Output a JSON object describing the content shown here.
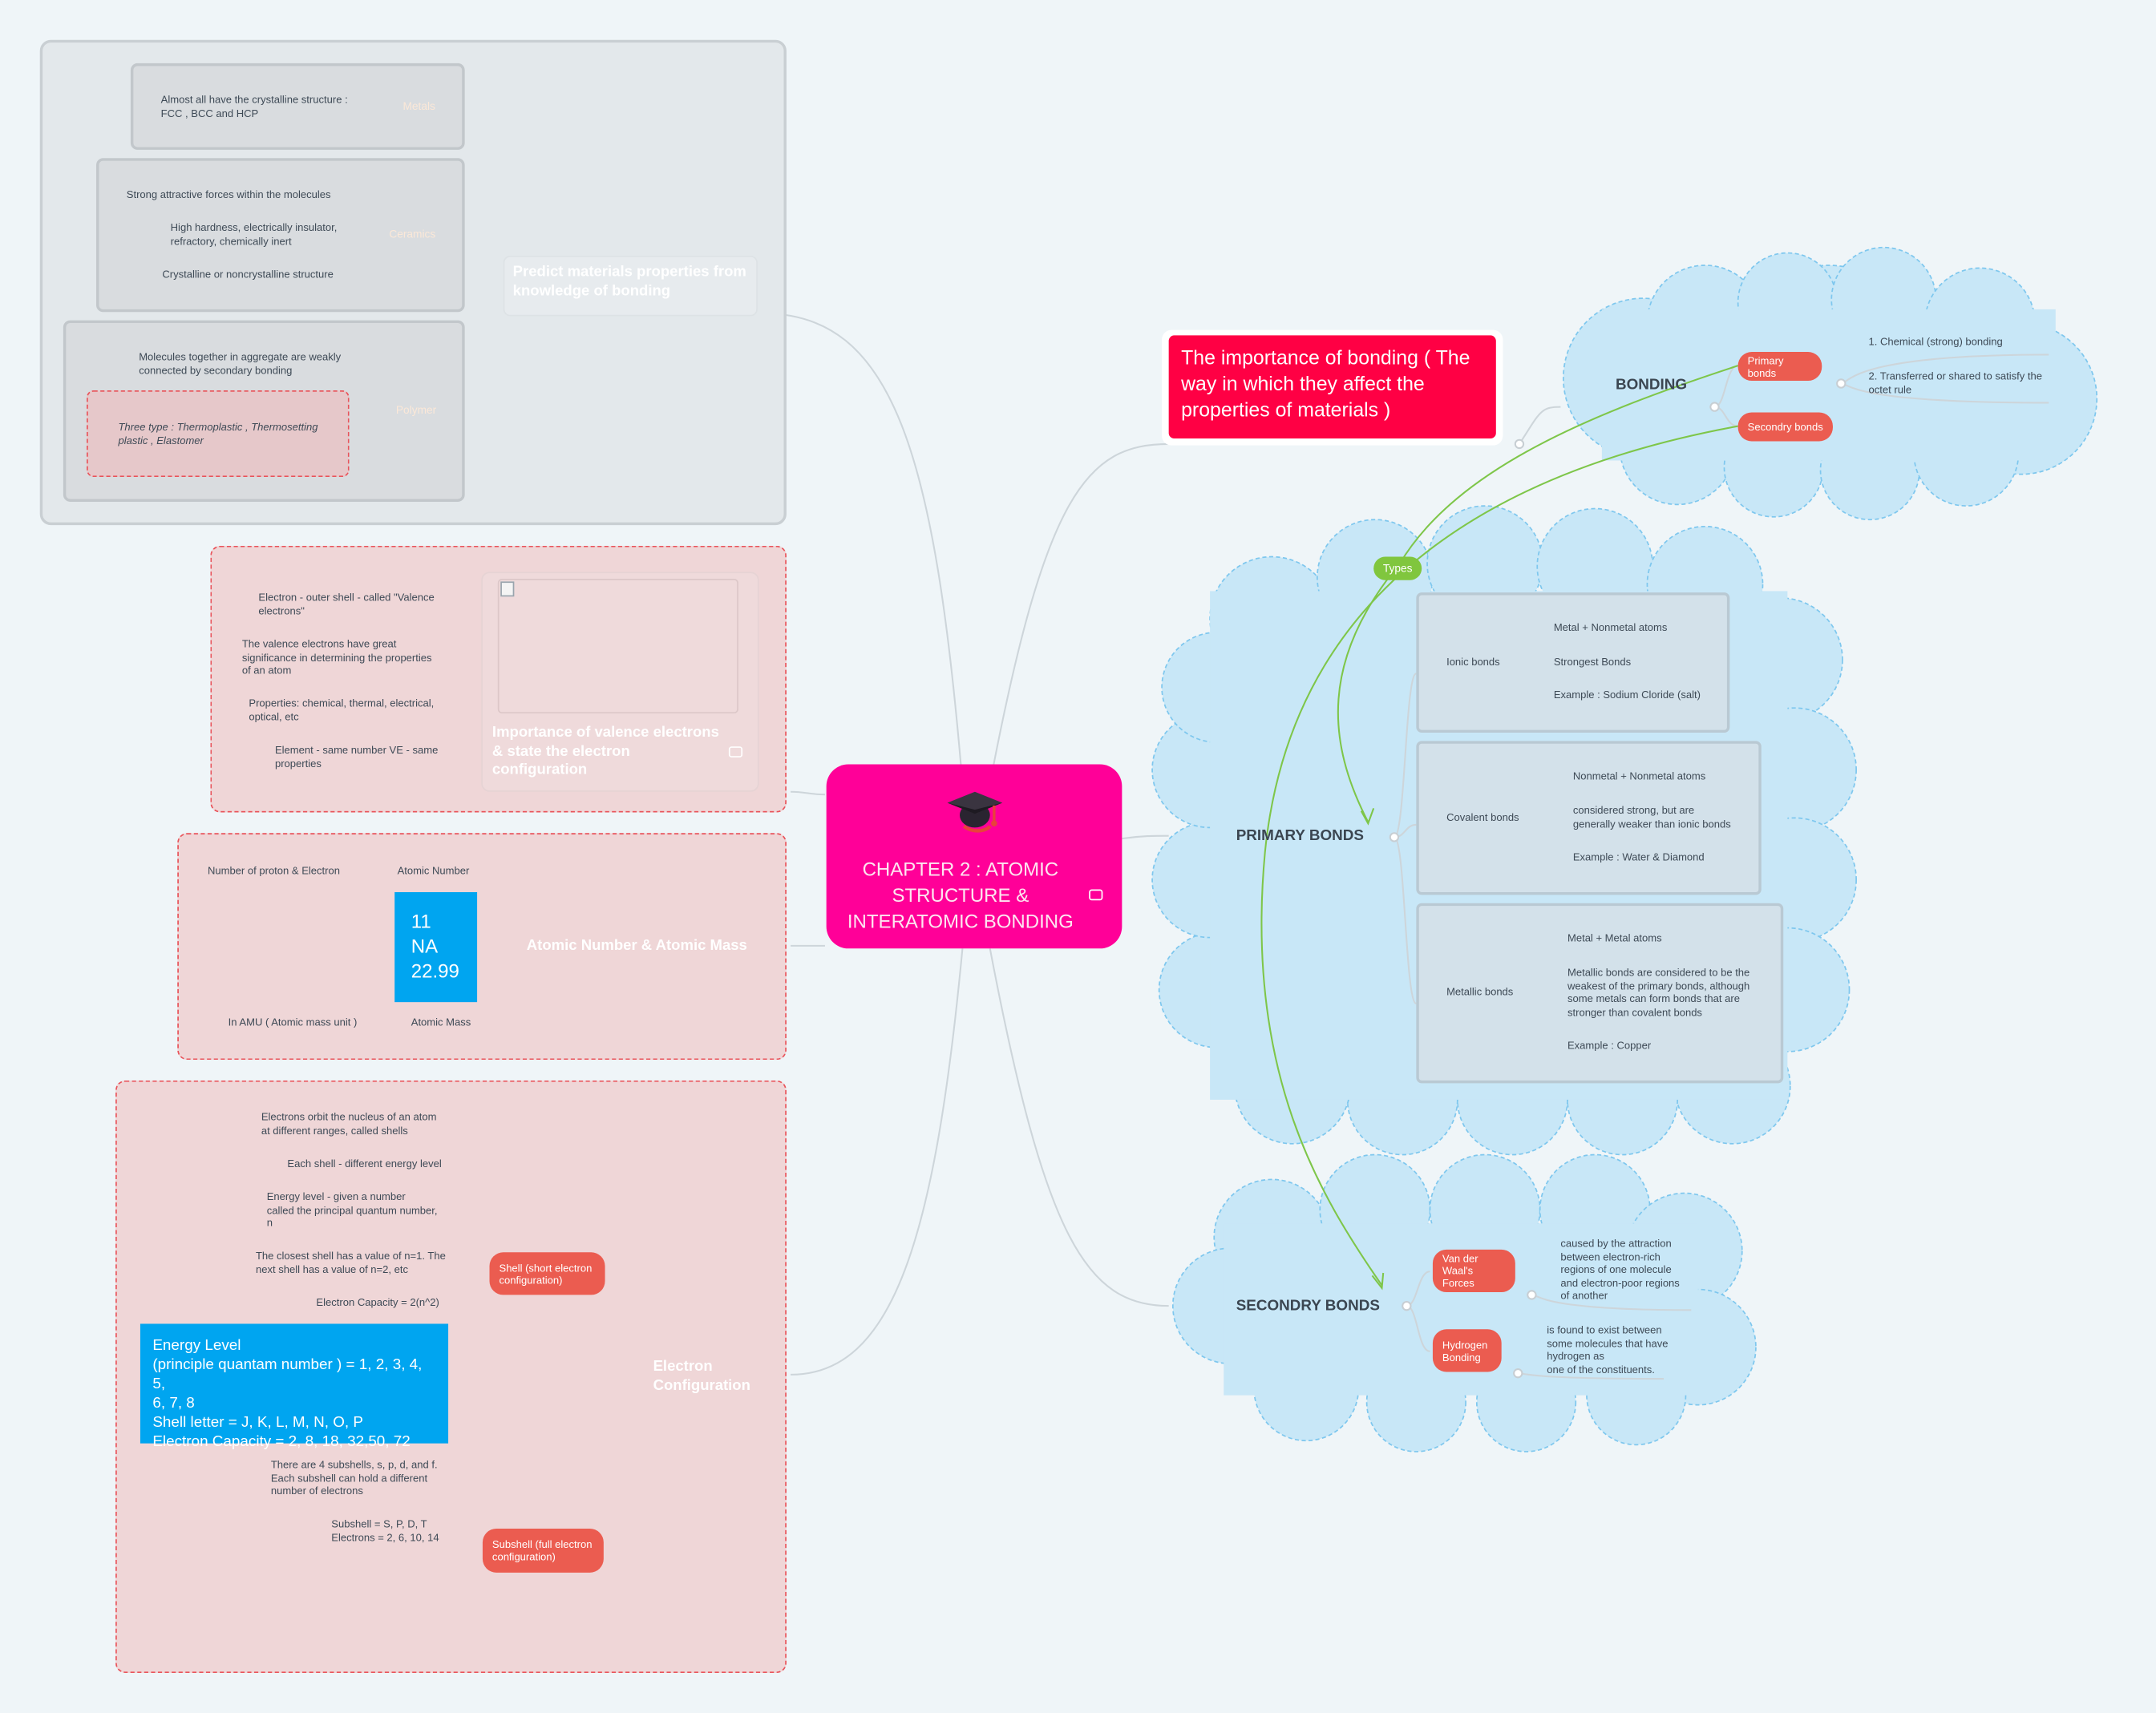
{
  "central": {
    "title": "CHAPTER 2 : ATOMIC\nSTRUCTURE &\nINTERATOMIC BONDING",
    "icon": "graduation-cap-icon",
    "color": "#ff0098"
  },
  "importance_banner": {
    "text": "The importance of bonding ( The way in which they affect the properties of materials )",
    "color": "#ff0044"
  },
  "predict": {
    "title": "Predict materials properties from knowledge of bonding",
    "metals": {
      "label": "Metals",
      "items": [
        "Almost all have the crystalline structure :\nFCC , BCC and HCP"
      ]
    },
    "ceramics": {
      "label": "Ceramics",
      "items": [
        "Strong attractive forces within the molecules",
        "High hardness, electrically insulator,\nrefractory, chemically inert",
        "Crystalline or noncrystalline structure"
      ]
    },
    "polymer": {
      "label": "Polymer",
      "items": [
        "Molecules together in aggregate are weakly\nconnected by secondary bonding",
        "Three type : Thermoplastic , Thermosetting\nplastic , Elastomer"
      ]
    }
  },
  "valence": {
    "title": "Importance of valence electrons\n& state the electron\nconfiguration",
    "items": [
      "Electron - outer shell - called \"Valence\nelectrons\"",
      "The valence electrons have great\nsignificance in determining the properties\nof an atom",
      "Properties: chemical, thermal, electrical,\noptical, etc",
      "Element - same number VE - same\nproperties"
    ]
  },
  "atomic": {
    "title": "Atomic Number & Atomic Mass",
    "number_label": "Atomic Number",
    "number_desc": "Number of proton & Electron",
    "mass_label": "Atomic Mass",
    "mass_desc": "In AMU ( Atomic mass unit )",
    "tile": {
      "number": "11",
      "symbol": "NA",
      "mass": "22.99",
      "color": "#00a5f0"
    }
  },
  "electron_config": {
    "title": "Electron\nConfiguration",
    "shell": {
      "label": "Shell (short electron\nconfiguration)",
      "items": [
        "Electrons orbit the nucleus of an atom\nat different ranges, called shells",
        "Each shell - different energy level",
        "Energy level - given a number\ncalled the principal quantum number,\nn",
        "The closest shell has a value of n=1. The\nnext shell has a value of n=2, etc",
        "Electron Capacity = 2(n^2)"
      ],
      "info": "Energy Level\n(principle quantam number ) = 1, 2, 3, 4, 5,\n6, 7, 8\nShell letter = J, K, L, M, N, O, P\nElectron Capacity = 2, 8, 18, 32,50, 72"
    },
    "subshell": {
      "label": "Subshell (full electron\nconfiguration)",
      "items": [
        "There are 4 subshells, s, p, d, and f.\nEach subshell can hold a different\nnumber of electrons",
        "Subshell = S, P, D, T\nElectrons = 2, 6, 10, 14"
      ]
    }
  },
  "bonding": {
    "title": "BONDING",
    "primary": "Primary bonds",
    "secondary": "Secondry bonds",
    "items": [
      "1. Chemical (strong) bonding",
      "2. Transferred or shared to satisfy the\noctet rule"
    ]
  },
  "types_label": "Types",
  "primary_bonds": {
    "title": "PRIMARY BONDS",
    "ionic": {
      "label": "Ionic bonds",
      "items": [
        "Metal + Nonmetal atoms",
        "Strongest Bonds",
        "Example : Sodium Cloride (salt)"
      ]
    },
    "covalent": {
      "label": "Covalent bonds",
      "items": [
        "Nonmetal + Nonmetal atoms",
        "considered strong, but are\ngenerally weaker than ionic bonds",
        "Example : Water & Diamond"
      ]
    },
    "metallic": {
      "label": "Metallic bonds",
      "items": [
        "Metal + Metal atoms",
        "Metallic bonds are considered to be the\nweakest of the primary bonds, although\nsome metals can form bonds that are\nstronger than covalent bonds",
        "Example : Copper"
      ]
    }
  },
  "secondary_bonds": {
    "title": "SECONDRY BONDS",
    "van": {
      "label": "Van der\nWaal's Forces",
      "desc": "caused by the attraction\nbetween electron-rich\nregions of one molecule\nand electron-poor regions\nof another"
    },
    "hydrogen": {
      "label": "Hydrogen\nBonding",
      "desc": "is found to exist between\nsome molecules that have\nhydrogen as\none of the constituents."
    }
  }
}
